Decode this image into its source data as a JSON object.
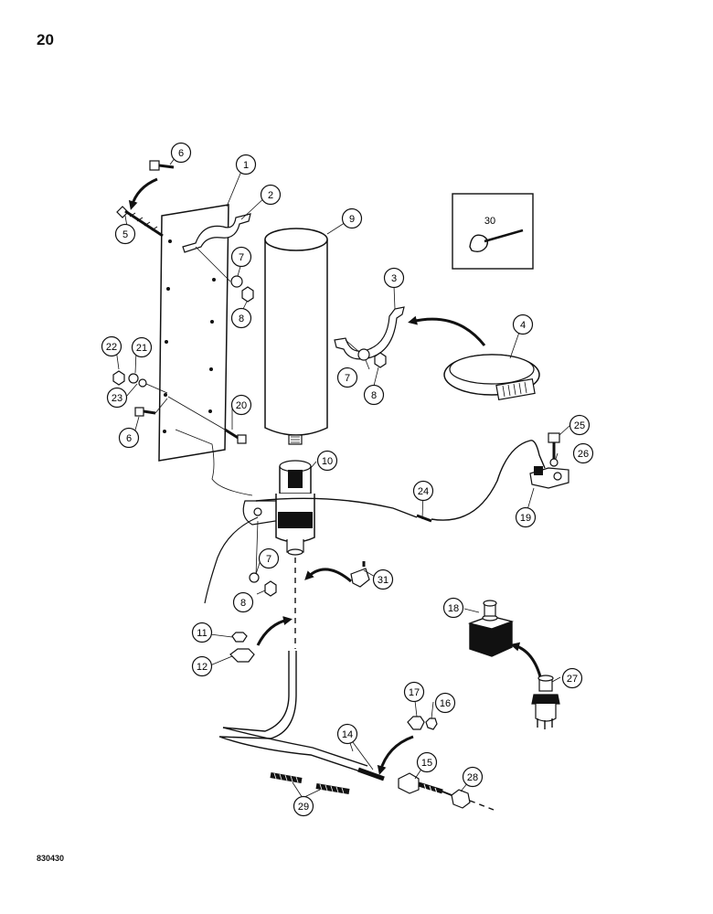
{
  "page": {
    "number": "20",
    "drawing_code": "830430"
  },
  "callouts": [
    {
      "id": "c1",
      "label": "1"
    },
    {
      "id": "c2",
      "label": "2"
    },
    {
      "id": "c3",
      "label": "3"
    },
    {
      "id": "c4",
      "label": "4"
    },
    {
      "id": "c5",
      "label": "5"
    },
    {
      "id": "c6a",
      "label": "6"
    },
    {
      "id": "c6b",
      "label": "6"
    },
    {
      "id": "c7a",
      "label": "7"
    },
    {
      "id": "c7b",
      "label": "7"
    },
    {
      "id": "c7c",
      "label": "7"
    },
    {
      "id": "c8a",
      "label": "8"
    },
    {
      "id": "c8b",
      "label": "8"
    },
    {
      "id": "c8c",
      "label": "8"
    },
    {
      "id": "c9",
      "label": "9"
    },
    {
      "id": "c10",
      "label": "10"
    },
    {
      "id": "c11",
      "label": "11"
    },
    {
      "id": "c12",
      "label": "12"
    },
    {
      "id": "c14",
      "label": "14"
    },
    {
      "id": "c15",
      "label": "15"
    },
    {
      "id": "c16",
      "label": "16"
    },
    {
      "id": "c17",
      "label": "17"
    },
    {
      "id": "c18",
      "label": "18"
    },
    {
      "id": "c19",
      "label": "19"
    },
    {
      "id": "c20",
      "label": "20"
    },
    {
      "id": "c21",
      "label": "21"
    },
    {
      "id": "c22",
      "label": "22"
    },
    {
      "id": "c23",
      "label": "23"
    },
    {
      "id": "c24",
      "label": "24"
    },
    {
      "id": "c25",
      "label": "25"
    },
    {
      "id": "c26",
      "label": "26"
    },
    {
      "id": "c27",
      "label": "27"
    },
    {
      "id": "c28",
      "label": "28"
    },
    {
      "id": "c29",
      "label": "29"
    },
    {
      "id": "c31",
      "label": "31"
    }
  ],
  "inset": {
    "label": "30"
  }
}
